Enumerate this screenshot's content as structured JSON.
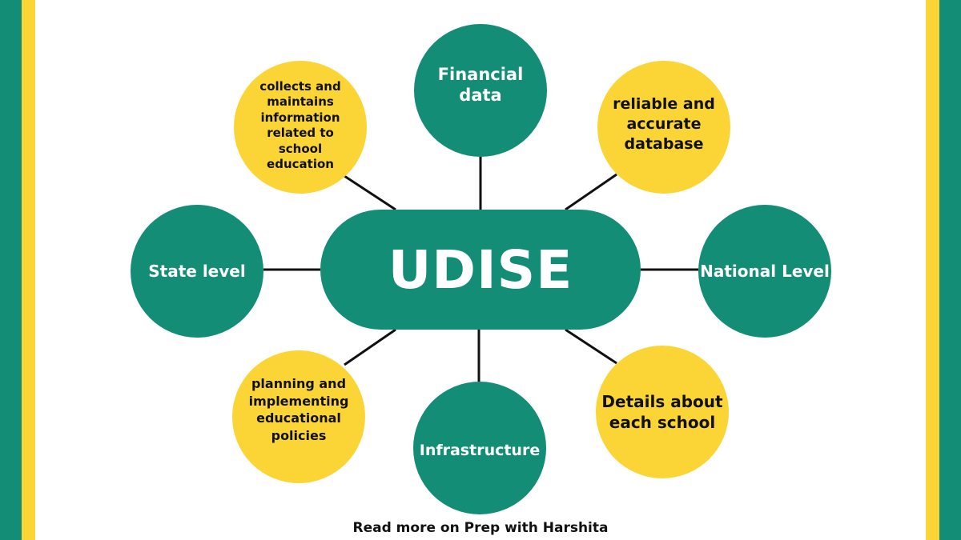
{
  "hub": {
    "label": "UDISE"
  },
  "nodes": {
    "financial": "Financial data",
    "state": "State level",
    "national": "National Level",
    "infrastructure": "Infrastructure",
    "collects": "collects and maintains information related to school education",
    "reliable": "reliable and accurate database",
    "planning": "planning and implementing educational policies",
    "details": "Details about each school"
  },
  "footer": {
    "text": "Read more on Prep with Harshita"
  },
  "colors": {
    "green": "#138d75",
    "yellow": "#fbd535",
    "line": "#111111"
  }
}
